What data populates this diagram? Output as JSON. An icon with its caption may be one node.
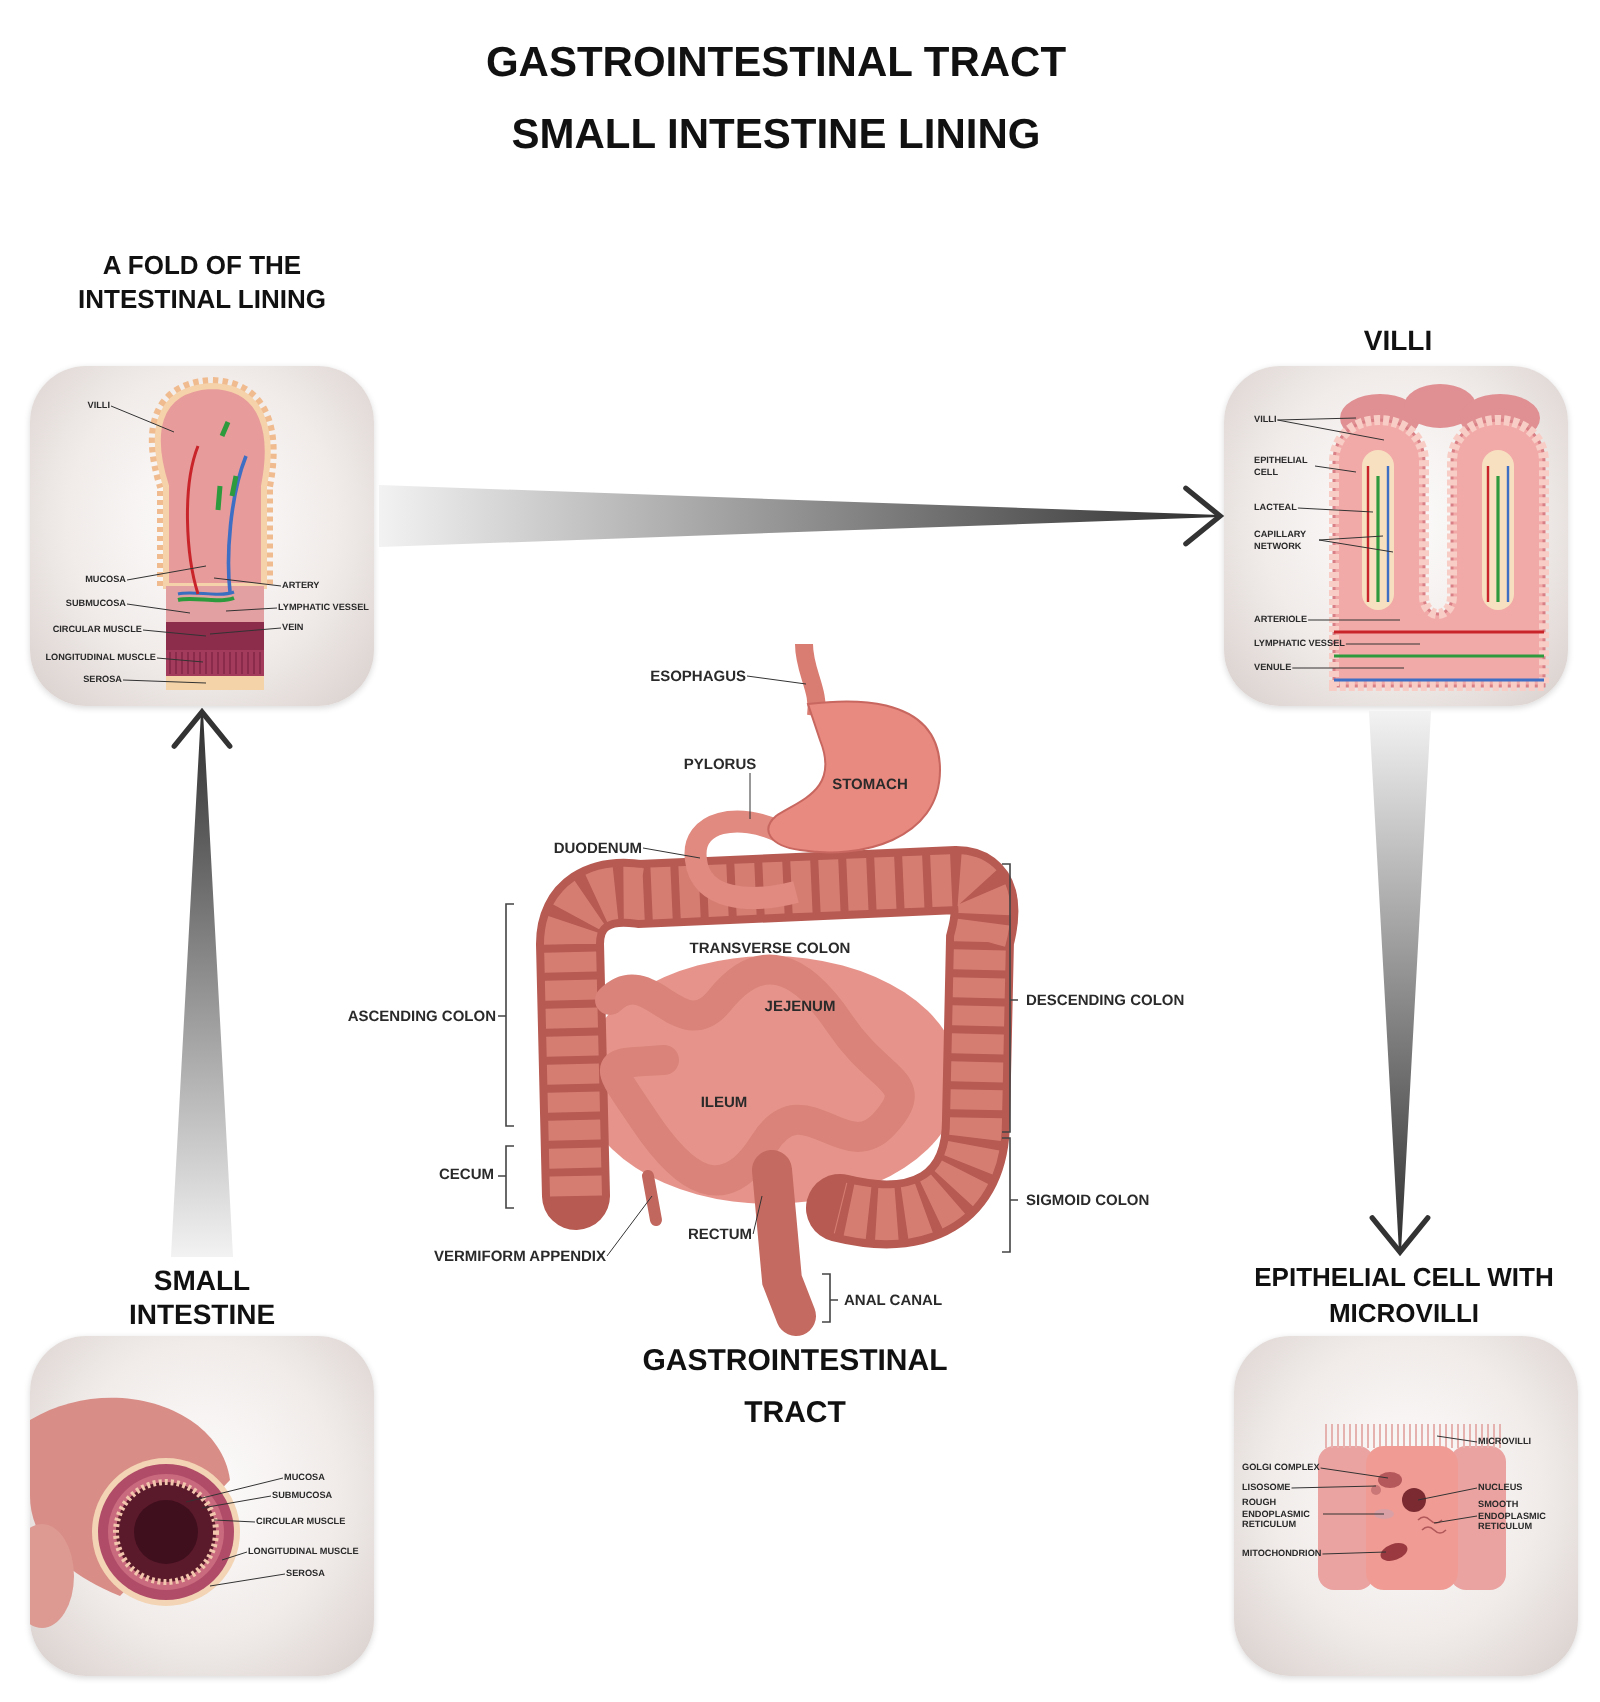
{
  "diagram": {
    "title": "GASTROINTESTINAL TRACT SMALL INTESTINE LINING",
    "nodes": [
      {
        "text": [
          "A FOLD OF THE INTESTINAL LINING"
        ]
      },
      {
        "text": [
          "VILLI"
        ],
        "in": 0
      },
      {
        "text": [
          "MUCOSA"
        ],
        "in": 0
      },
      {
        "text": [
          "SUBMUCOSA"
        ],
        "in": 0
      },
      {
        "text": [
          "CIRCULAR MUSCLE"
        ],
        "in": 0
      },
      {
        "text": [
          "LONGITUDINAL MUSCLE"
        ],
        "in": 0
      },
      {
        "text": [
          "SEROSA"
        ],
        "in": 0
      },
      {
        "text": [
          "ARTERY"
        ],
        "in": 0
      },
      {
        "text": [
          "LYMPHATIC VESSEL"
        ],
        "in": 0
      },
      {
        "text": [
          "VEIN"
        ],
        "in": 0
      },
      {
        "text": [
          "VILLI"
        ]
      },
      {
        "text": [
          "VILLI"
        ],
        "in": 10
      },
      {
        "text": [
          "EPITHELIAL CELL"
        ],
        "in": 10
      },
      {
        "text": [
          "LACTEAL"
        ],
        "in": 10
      },
      {
        "text": [
          "CAPILLARY NETWORK"
        ],
        "in": 10
      },
      {
        "text": [
          "ARTERIOLE"
        ],
        "in": 10
      },
      {
        "text": [
          "LYMPHATIC VESSEL"
        ],
        "in": 10
      },
      {
        "text": [
          "VENULE"
        ],
        "in": 10
      },
      {
        "text": [
          "GASTROINTESTINAL TRACT"
        ]
      },
      {
        "text": [
          "ESOPHAGUS"
        ],
        "in": 18
      },
      {
        "text": [
          "PYLORUS"
        ],
        "in": 18
      },
      {
        "text": [
          "DUODENUM"
        ],
        "in": 18
      },
      {
        "text": [
          "VERMIFORM APPENDIX"
        ],
        "in": 18
      },
      {
        "text": [
          "RECTUM"
        ],
        "in": 18
      },
      {
        "text": [
          "SMALL INTESTINE"
        ]
      },
      {
        "text": [
          "MUCOSA"
        ],
        "in": 24
      },
      {
        "text": [
          "SUBMUCOSA"
        ],
        "in": 24
      },
      {
        "text": [
          "CIRCULAR MUSCLE"
        ],
        "in": 24
      },
      {
        "text": [
          "LONGITUDINAL MUSCLE"
        ],
        "in": 24
      },
      {
        "text": [
          "SEROSA"
        ],
        "in": 24
      },
      {
        "text": [
          "EPITHELIAL CELL WITH MICROVILLI"
        ]
      },
      {
        "text": [
          "GOLGI COMPLEX"
        ],
        "in": 30
      },
      {
        "text": [
          "LISOSOME"
        ],
        "in": 30
      },
      {
        "text": [
          "ROUGH ENDOPLASMIC RETICULUM"
        ],
        "in": 30
      },
      {
        "text": [
          "MITOCHONDRION"
        ],
        "in": 30
      },
      {
        "text": [
          "MICROVILLI"
        ],
        "in": 30
      },
      {
        "text": [
          "NUCLEUS"
        ],
        "in": 30
      },
      {
        "text": [
          "SMOOTH ENDOPLASMIC RETICULUM"
        ],
        "in": 30
      }
    ],
    "edges": [
      {
        "from": 24,
        "to": 0,
        "arrow": "to"
      },
      {
        "from": 0,
        "to": 10,
        "arrow": "to"
      },
      {
        "from": 10,
        "to": 30,
        "arrow": "to"
      },
      {
        "from": 1,
        "to": null,
        "arrow": "none"
      },
      {
        "from": 2,
        "to": null,
        "arrow": "none"
      },
      {
        "from": 3,
        "to": null,
        "arrow": "none"
      },
      {
        "from": 4,
        "to": null,
        "arrow": "none"
      },
      {
        "from": 5,
        "to": null,
        "arrow": "none"
      },
      {
        "from": 6,
        "to": null,
        "arrow": "none"
      },
      {
        "from": 7,
        "to": null,
        "arrow": "none"
      },
      {
        "from": 8,
        "to": null,
        "arrow": "none"
      },
      {
        "from": 9,
        "to": null,
        "arrow": "none"
      },
      {
        "from": 11,
        "to": null,
        "arrow": "none"
      },
      {
        "from": 11,
        "to": null,
        "arrow": "none"
      },
      {
        "from": 12,
        "to": null,
        "arrow": "none"
      },
      {
        "from": 13,
        "to": null,
        "arrow": "none"
      },
      {
        "from": 14,
        "to": null,
        "arrow": "none"
      },
      {
        "from": 14,
        "to": null,
        "arrow": "none"
      },
      {
        "from": 15,
        "to": null,
        "arrow": "none"
      },
      {
        "from": 16,
        "to": null,
        "arrow": "none"
      },
      {
        "from": 17,
        "to": null,
        "arrow": "none"
      },
      {
        "from": 19,
        "to": null,
        "arrow": "none"
      },
      {
        "from": 20,
        "to": null,
        "arrow": "none"
      },
      {
        "from": 21,
        "to": null,
        "arrow": "none"
      },
      {
        "from": 22,
        "to": null,
        "arrow": "none"
      },
      {
        "from": 23,
        "to": null,
        "arrow": "none"
      },
      {
        "from": 25,
        "to": null,
        "arrow": "none"
      },
      {
        "from": 26,
        "to": null,
        "arrow": "none"
      },
      {
        "from": 27,
        "to": null,
        "arrow": "none"
      },
      {
        "from": 28,
        "to": null,
        "arrow": "none"
      },
      {
        "from": 29,
        "to": null,
        "arrow": "none"
      },
      {
        "from": 31,
        "to": null,
        "arrow": "none"
      },
      {
        "from": 32,
        "to": null,
        "arrow": "none"
      },
      {
        "from": 33,
        "to": null,
        "arrow": "none"
      },
      {
        "from": 34,
        "to": null,
        "arrow": "none"
      },
      {
        "from": 35,
        "to": null,
        "arrow": "none"
      },
      {
        "from": 36,
        "to": null,
        "arrow": "none"
      },
      {
        "from": 37,
        "to": null,
        "arrow": "none"
      }
    ],
    "labels": [
      "STOMACH",
      "TRANSVERSE COLON",
      "JEJENUM",
      "DESCENDING COLON",
      "ASCENDING COLON",
      "ILEUM",
      "CECUM",
      "SIGMOID COLON",
      "ANAL CANAL"
    ]
  }
}
